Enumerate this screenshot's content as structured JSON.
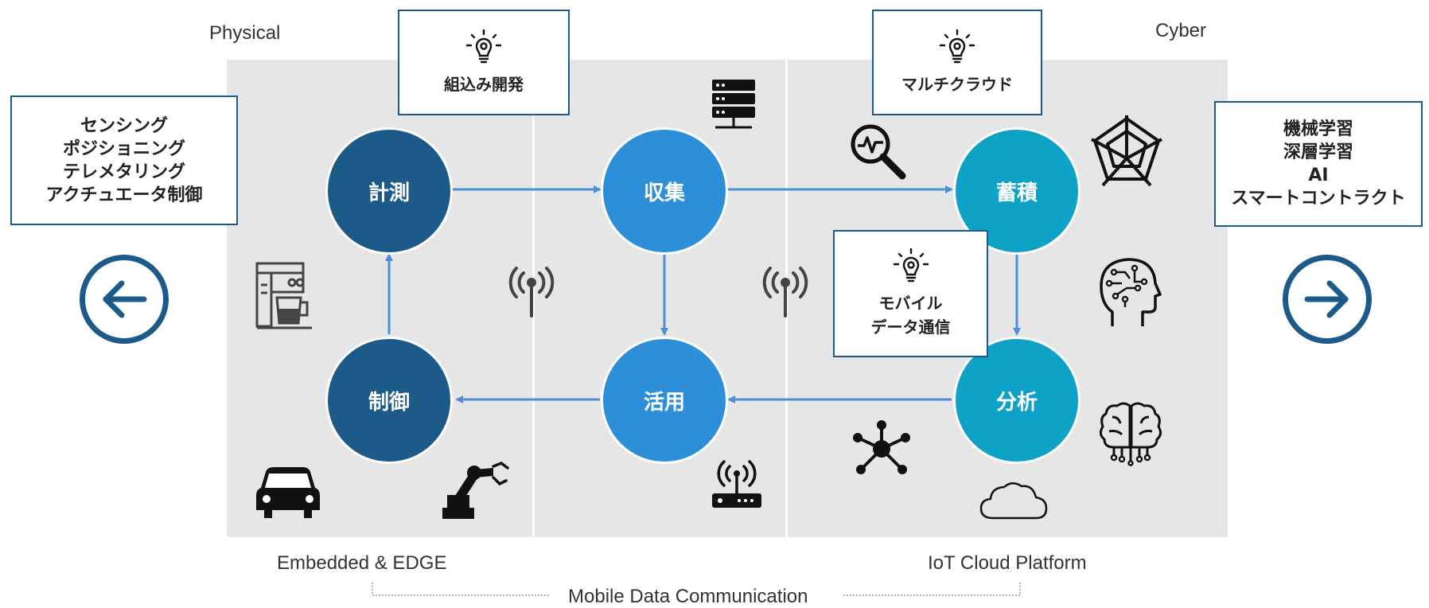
{
  "labels": {
    "physical": "Physical",
    "cyber": "Cyber",
    "embedded": "Embedded & EDGE",
    "iot_cloud": "IoT Cloud Platform",
    "mobile": "Mobile Data Communication"
  },
  "nodes": {
    "measure": "計測",
    "collect": "収集",
    "store": "蓄積",
    "control": "制御",
    "utilize": "活用",
    "analyze": "分析"
  },
  "callouts": {
    "embedded_dev": "組込み開発",
    "multicloud": "マルチクラウド",
    "mobile_line1": "モバイル",
    "mobile_line2": "データ通信"
  },
  "left_box": [
    "センシング",
    "ポジショニング",
    "テレメタリング",
    "アクチュエータ制御"
  ],
  "right_box": [
    "機械学習",
    "深層学習",
    "AI",
    "スマートコントラクト"
  ],
  "colors": {
    "dark_blue": "#1c5a8a",
    "mid_blue": "#2e8fd9",
    "teal": "#0fa2c7",
    "arrow": "#4a90d9",
    "panel": "#e6e6e6"
  },
  "icons": [
    "coffee-maker-icon",
    "car-icon",
    "robot-arm-icon",
    "antenna-icon",
    "server-icon",
    "router-icon",
    "antenna-icon",
    "search-pulse-icon",
    "radar-chart-icon",
    "ai-head-icon",
    "brain-circuit-icon",
    "network-hub-icon",
    "cloud-icon",
    "lightbulb-gear-icon",
    "arrow-left-icon",
    "arrow-right-icon"
  ]
}
